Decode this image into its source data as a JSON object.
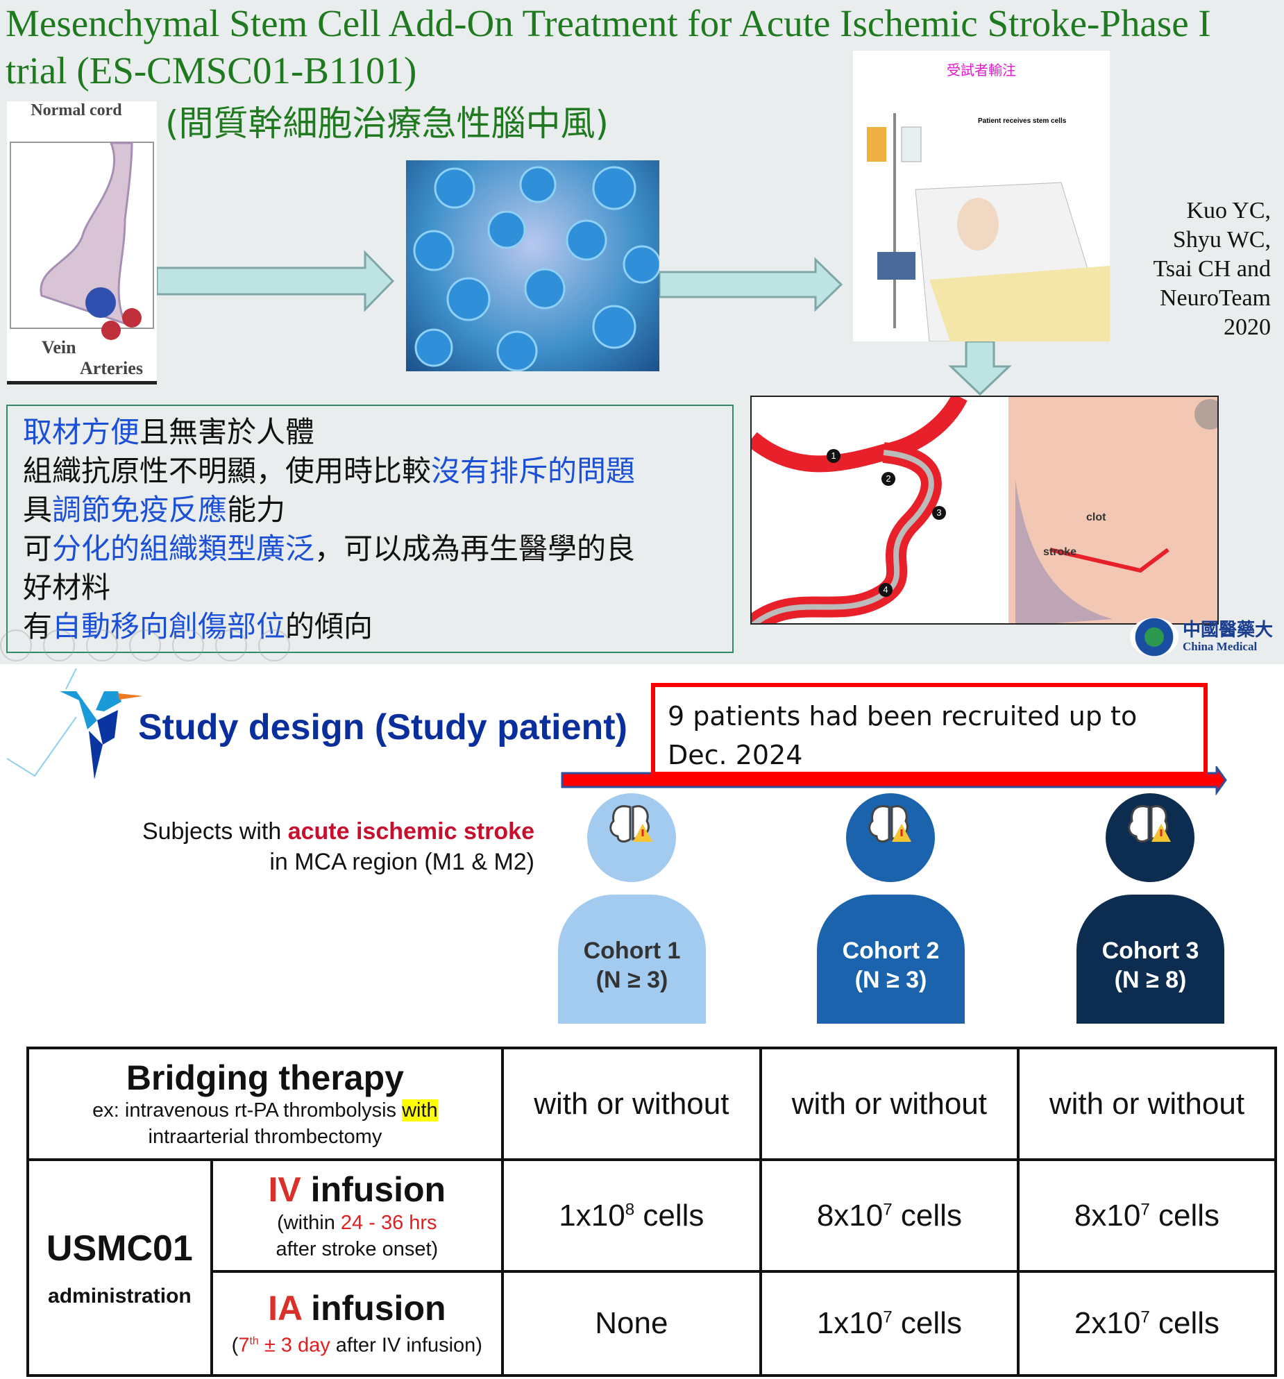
{
  "title": {
    "line1": "Mesenchymal Stem Cell Add-On Treatment for Acute Ischemic Stroke-Phase I",
    "line2": "trial (ES-CMSC01-B1101)",
    "chinese": "(間質幹細胞治療急性腦中風)"
  },
  "cord_image": {
    "label_top": "Normal cord",
    "label_vein": "Vein",
    "label_arteries": "Arteries"
  },
  "patient_image": {
    "caption_zh": "受試者輸注",
    "caption_en": "Patient receives stem cells"
  },
  "brain_image": {
    "labels": [
      "1",
      "2",
      "3",
      "4"
    ],
    "clot": "clot",
    "stroke": "stroke"
  },
  "citation": [
    "Kuo YC,",
    "Shyu WC,",
    "Tsai CH and",
    "NeuroTeam",
    "2020"
  ],
  "logo": {
    "zh": "中國醫藥大",
    "en": "China Medical"
  },
  "benefits": [
    [
      {
        "t": "取材方便",
        "blue": true
      },
      {
        "t": "且無害於人體"
      }
    ],
    [
      {
        "t": "組織抗原性不明顯，使用時比較"
      },
      {
        "t": "沒有排斥的問題",
        "blue": true
      }
    ],
    [
      {
        "t": "具"
      },
      {
        "t": "調節免疫反應",
        "blue": true
      },
      {
        "t": "能力"
      }
    ],
    [
      {
        "t": "可"
      },
      {
        "t": "分化的組織類型廣泛",
        "blue": true
      },
      {
        "t": "，可以成為再生醫學的良"
      }
    ],
    [
      {
        "t": "好材料"
      }
    ],
    [
      {
        "t": "有"
      },
      {
        "t": "自動移向創傷部位",
        "blue": true
      },
      {
        "t": "的傾向"
      }
    ]
  ],
  "study": {
    "title": "Study design (Study patient)",
    "recruit_note": "9 patients had been recruited up to Dec. 2024",
    "subjects_prefix": "Subjects with ",
    "subjects_highlight": "acute ischemic stroke",
    "subjects_line2": "in MCA region (M1 & M2)"
  },
  "cohorts": [
    {
      "name": "Cohort 1",
      "n": "(N ≥ 3)",
      "color": "#a3cbf0",
      "text_color": "#333333"
    },
    {
      "name": "Cohort 2",
      "n": "(N ≥ 3)",
      "color": "#1b64ad",
      "text_color": "#ffffff"
    },
    {
      "name": "Cohort 3",
      "n": "(N ≥ 8)",
      "color": "#0c2d4f",
      "text_color": "#ffffff"
    }
  ],
  "table": {
    "bridging": {
      "title": "Bridging therapy",
      "desc1": "ex: intravenous rt-PA thrombolysis ",
      "desc_hl": "with",
      "desc2": "intraarterial thrombectomy",
      "values": [
        "with or without",
        "with or without",
        "with or without"
      ]
    },
    "usmc": {
      "title": "USMC01",
      "sub": "administration"
    },
    "iv": {
      "prefix": "IV",
      "label": " infusion",
      "n1": "(within ",
      "n_red": "24 - 36 hrs",
      "n2": "after stroke onset)",
      "values": [
        {
          "base": "1x10",
          "exp": "8",
          "unit": " cells"
        },
        {
          "base": "8x10",
          "exp": "7",
          "unit": " cells"
        },
        {
          "base": "8x10",
          "exp": "7",
          "unit": " cells"
        }
      ]
    },
    "ia": {
      "prefix": "IA",
      "label": " infusion",
      "n_open": "(",
      "n_red1": "7",
      "n_sup": "th",
      "n_red2": " ± 3 day",
      "n_rest": " after IV infusion)",
      "values": [
        {
          "base": "None",
          "exp": "",
          "unit": ""
        },
        {
          "base": "1x10",
          "exp": "7",
          "unit": " cells"
        },
        {
          "base": "2x10",
          "exp": "7",
          "unit": " cells"
        }
      ]
    }
  }
}
